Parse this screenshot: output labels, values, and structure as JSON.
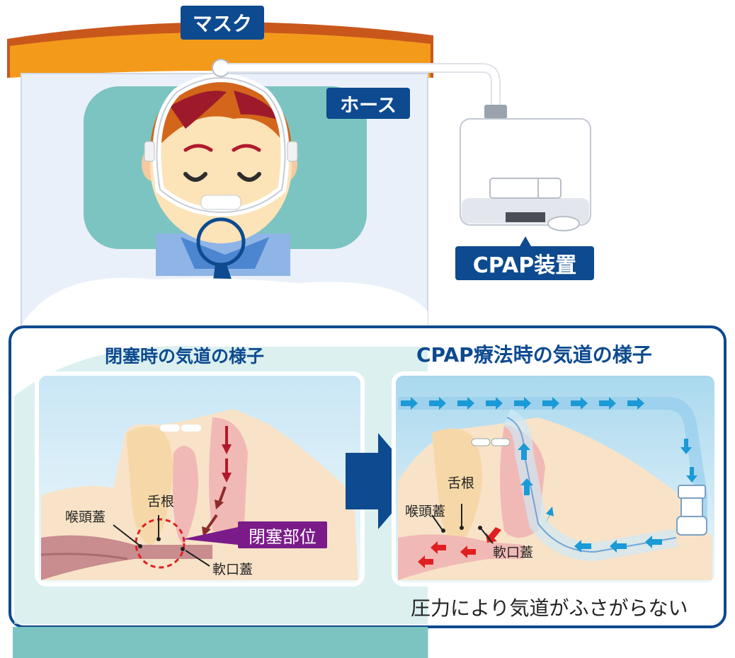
{
  "labels": {
    "mask": "マスク",
    "hose": "ホース",
    "cpap_device": "CPAP装置"
  },
  "panels": {
    "left": {
      "title": "閉塞時の気道の様子",
      "epiglottis": "喉頭蓋",
      "tongue_root": "舌根",
      "soft_palate": "軟口蓋",
      "blockage": "閉塞部位"
    },
    "right": {
      "title": "CPAP療法時の気道の様子",
      "epiglottis": "喉頭蓋",
      "tongue_root": "舌根",
      "soft_palate": "軟口蓋",
      "caption": "圧力により気道がふさがらない"
    }
  },
  "colors": {
    "label_bg": "#0d4a8f",
    "blockage_bg": "#7b1b8a",
    "bed_frame": "#c9571c",
    "pillow": "#7cc4c1",
    "airflow_arrow": "#1a9ad6",
    "obstruction_arrow": "#b2182b"
  }
}
